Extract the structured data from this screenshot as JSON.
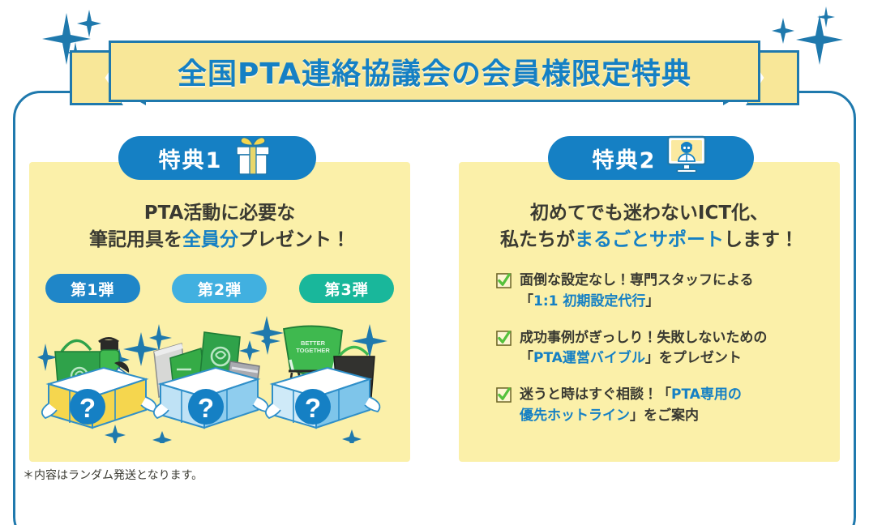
{
  "banner": {
    "title": "全国PTA連絡協議会の会員様限定特典"
  },
  "colors": {
    "banner_yellow": "#f8e798",
    "banner_border": "#1f79ad",
    "panel_yellow": "#fbf0a9",
    "accent_blue": "#1580c4",
    "sparkle_blue": "#1f79ad",
    "text_dark": "#3a3a32",
    "dan1": "#1f86c8",
    "dan2": "#41b0e0",
    "dan3": "#19b79b",
    "check_green": "#55c13c"
  },
  "benefit_one": {
    "pill_label": "特典1",
    "pill_icon": "gift-box-icon",
    "headline_line1": "PTA活動に必要な",
    "headline_line2_pre": "筆記用具を",
    "headline_line2_highlight": "全員分",
    "headline_line2_post": "プレゼント！",
    "waves": [
      {
        "label": "第1弾",
        "color": "#1f86c8"
      },
      {
        "label": "第2弾",
        "color": "#41b0e0"
      },
      {
        "label": "第3弾",
        "color": "#19b79b"
      }
    ],
    "gifts": [
      {
        "name": "gift-box-wave-1",
        "badge": "?",
        "contents": "トートバッグ・水筒・折りたたみ傘"
      },
      {
        "name": "gift-box-wave-2",
        "badge": "?",
        "contents": "ノート・ファイル・ペンケース"
      },
      {
        "name": "gift-box-wave-3",
        "badge": "?",
        "contents": "アウトドアチェア・トートバッグ",
        "chair_text": "BETTER TOGETHER"
      }
    ],
    "footnote": "＊内容はランダム発送となります。"
  },
  "benefit_two": {
    "pill_label": "特典2",
    "pill_icon": "support-monitor-icon",
    "headline_line1": "初めてでも迷わないICT化、",
    "headline_line2_pre": "私たちが",
    "headline_line2_highlight": "まるごとサポート",
    "headline_line2_post": "します！",
    "items": [
      {
        "line1": "面倒な設定なし！専門スタッフによる",
        "line2_pre": "「",
        "line2_highlight": "1:1 初期設定代行",
        "line2_post": "」"
      },
      {
        "line1": "成功事例がぎっしり！失敗しないための",
        "line2_pre": "「",
        "line2_highlight": "PTA運営バイブル",
        "line2_post": "」をプレゼント"
      },
      {
        "line1_pre": "迷うと時はすぐ相談！「",
        "line1_highlight": "PTA専用の",
        "line2_highlight": "優先ホットライン",
        "line2_post": "」をご案内"
      }
    ]
  }
}
